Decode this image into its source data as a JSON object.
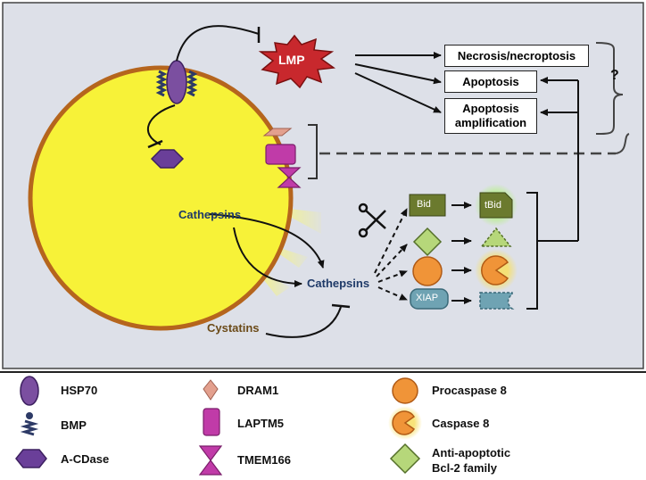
{
  "main": {
    "lmp": "LMP",
    "outcomes": {
      "necrosis": "Necrosis/necroptosis",
      "apoptosis": "Apoptosis",
      "amplification_line1": "Apoptosis",
      "amplification_line2": "amplification"
    },
    "question_mark": "?",
    "cathepsins_inside": "Cathepsins",
    "cathepsins_cytosol": "Cathepsins",
    "cystatins": "Cystatins",
    "bid": "Bid",
    "tbid": "tBid",
    "xiap": "XIAP"
  },
  "legend": {
    "hsp70": "HSP70",
    "bmp": "BMP",
    "acdase": "A-CDase",
    "dram1": "DRAM1",
    "laptm5": "LAPTM5",
    "tmem166": "TMEM166",
    "procaspase8": "Procaspase 8",
    "caspase8": "Caspase 8",
    "antiapoptotic_line1": "Anti-apoptotic",
    "antiapoptotic_line2": "Bcl-2 family"
  },
  "colors": {
    "panel_bg": "#dde0e8",
    "lysosome_fill": "#f7f238",
    "lysosome_border": "#b5651d",
    "lmp_red": "#c8282d",
    "hsp70_purple": "#7b4fa0",
    "acdase_purple": "#6a3f99",
    "magenta": "#c03ba8",
    "dram1_pink": "#e3a08e",
    "bid_green": "#6b7a2e",
    "bcl2_green": "#b6d77a",
    "caspase_orange": "#f09438",
    "xiap_teal": "#6fa3b3"
  }
}
